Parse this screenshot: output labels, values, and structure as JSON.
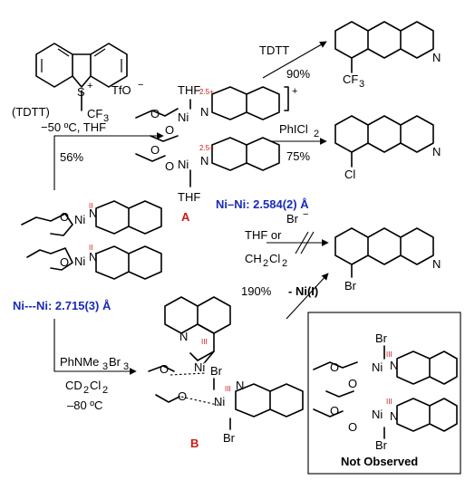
{
  "reagents": {
    "tdtt_label": "(TDTT)",
    "tdtt_s": "S",
    "tdtt_plus": "+",
    "tdtt_cf3": "CF",
    "tdtt_cf3_sub": "3",
    "tdtt_counterion": "TfO",
    "tdtt_counterion_charge": "−",
    "cond_top": "−50 ºC, THF",
    "yield_top": "56%",
    "arrow1_reagent": "TDTT",
    "arrow1_yield": "90%",
    "arrow2_reagent": "PhICl",
    "arrow2_reagent_sub": "2",
    "arrow2_yield": "75%",
    "arrow3_reagent": "Br",
    "arrow3_reagent_charge": "−",
    "arrow3_solvent_a": "THF or",
    "arrow3_solvent_b": "CH",
    "arrow3_solvent_b_sub": "2",
    "arrow3_solvent_b_tail": "Cl",
    "arrow3_solvent_b_sub2": "2",
    "arrow4_yield": "190%",
    "arrow4_note": "- Ni(I)",
    "bottom_reagent": "PhNMe",
    "bottom_reagent_sub1": "3",
    "bottom_reagent_tail": "Br",
    "bottom_reagent_sub2": "3",
    "bottom_solvent": "CD",
    "bottom_solvent_sub1": "2",
    "bottom_solvent_tail": "Cl",
    "bottom_solvent_sub2": "2",
    "bottom_temp": "–80 ºC"
  },
  "compounds": {
    "start_ox": "II",
    "start_ni": "Ni",
    "start_n": "N",
    "start_o": "O",
    "start_distance": "Ni---Ni: 2.715(3) Å",
    "A_label": "A",
    "A_ox": "2.5+",
    "A_thf": "THF",
    "A_charge": "+",
    "A_distance": "Ni–Ni: 2.584(2) Å",
    "B_label": "B",
    "B_ox": "III",
    "B_br": "Br",
    "product_cf3": "CF",
    "product_cf3_sub": "3",
    "product_cl": "Cl",
    "product_br": "Br",
    "product_n": "N",
    "not_observed": "Not Observed"
  },
  "colors": {
    "oxidation_state": "#d01818",
    "distance_text": "#1a2bb8",
    "compound_label": "#d01818"
  }
}
